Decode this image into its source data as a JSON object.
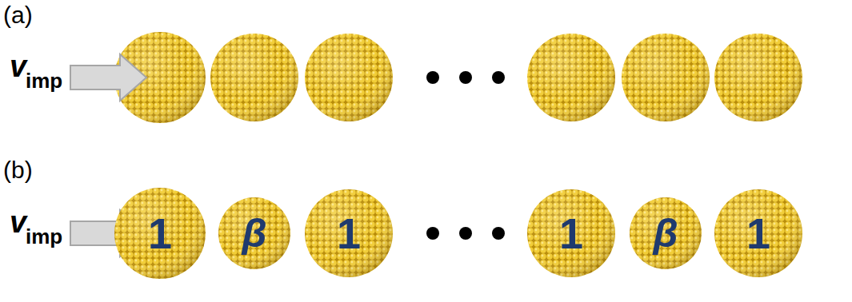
{
  "diagram": {
    "nodes": [
      {
        "text": [
          "1"
        ]
      },
      {
        "text": [
          "β"
        ]
      },
      {
        "text": [
          "1"
        ]
      },
      {
        "text": [
          "1"
        ]
      },
      {
        "text": [
          "β"
        ]
      },
      {
        "text": [
          "1"
        ]
      }
    ],
    "labels": [
      "(a)",
      "v",
      "imp",
      "(b)",
      "v",
      "imp"
    ]
  }
}
